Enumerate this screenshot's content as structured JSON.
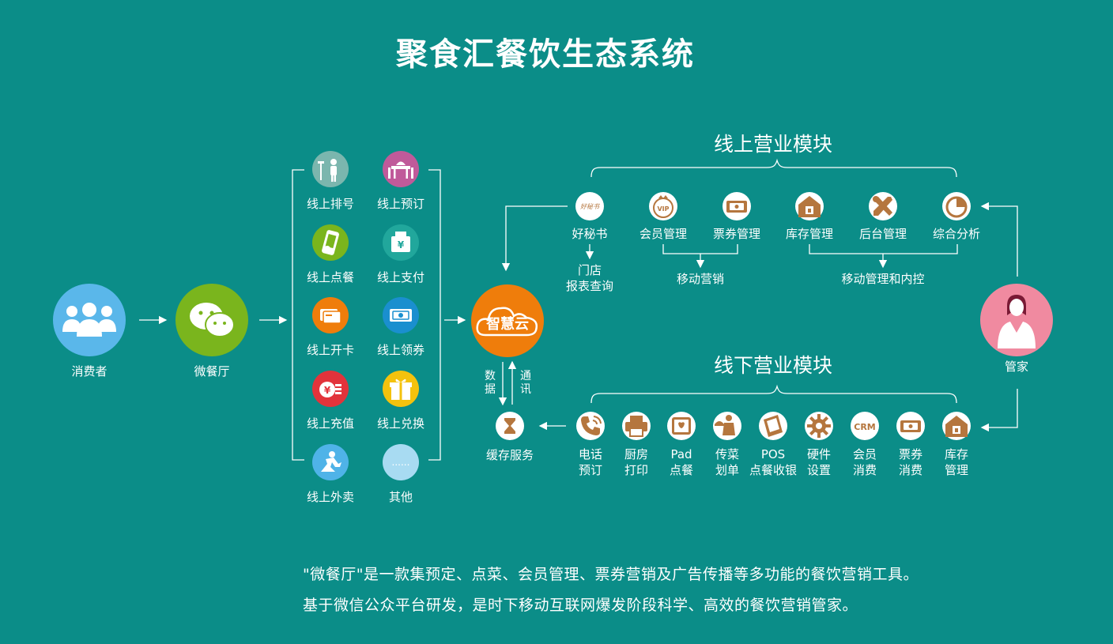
{
  "title": "聚食汇餐饮生态系统",
  "consumer": {
    "label": "消费者",
    "color": "#5ab7ea"
  },
  "wechat": {
    "label": "微餐厅",
    "color": "#7ab51d"
  },
  "cloud": {
    "label": "智慧云",
    "color": "#ef7d0b"
  },
  "manager": {
    "label": "管家",
    "color": "#f08aa0"
  },
  "online_features": [
    {
      "label": "线上排号",
      "icon": "queue-icon",
      "color": "#7bb6ae"
    },
    {
      "label": "线上预订",
      "icon": "reserve-table-icon",
      "color": "#c05a9a"
    },
    {
      "label": "线上点餐",
      "icon": "phone-order-icon",
      "color": "#7ab51d"
    },
    {
      "label": "线上支付",
      "icon": "payment-icon",
      "color": "#21a79c"
    },
    {
      "label": "线上开卡",
      "icon": "card-icon",
      "color": "#ef7d0b"
    },
    {
      "label": "线上领券",
      "icon": "coupon-icon",
      "color": "#1a8fcf"
    },
    {
      "label": "线上充值",
      "icon": "recharge-icon",
      "color": "#e2333b"
    },
    {
      "label": "线上兑换",
      "icon": "gift-icon",
      "color": "#f4c20d"
    },
    {
      "label": "线上外卖",
      "icon": "delivery-icon",
      "color": "#4fb3e8"
    },
    {
      "label": "其他",
      "icon": "more-icon",
      "color": "#a8dbf2",
      "glyph": "......"
    }
  ],
  "online_module": {
    "title": "线上营业模块",
    "items": [
      {
        "label": "好秘书",
        "icon": "haomishu-logo-icon",
        "glyph": "好秘书"
      },
      {
        "label": "会员管理",
        "icon": "vip-icon",
        "glyph": "VIP"
      },
      {
        "label": "票券管理",
        "icon": "ticket-icon"
      },
      {
        "label": "库存管理",
        "icon": "warehouse-icon"
      },
      {
        "label": "后台管理",
        "icon": "tools-icon"
      },
      {
        "label": "综合分析",
        "icon": "pie-chart-icon"
      }
    ],
    "sub": [
      {
        "label_line1": "门店",
        "label_line2": "报表查询"
      },
      {
        "label": "移动营销"
      },
      {
        "label": "移动管理和内控"
      }
    ]
  },
  "offline_module": {
    "title": "线下营业模块",
    "items": [
      {
        "line1": "电话",
        "line2": "预订",
        "icon": "phone-icon"
      },
      {
        "line1": "厨房",
        "line2": "打印",
        "icon": "printer-icon"
      },
      {
        "line1": "Pad",
        "line2": "点餐",
        "icon": "tablet-icon"
      },
      {
        "line1": "传菜",
        "line2": "划单",
        "icon": "waiter-icon"
      },
      {
        "line1": "POS",
        "line2": "点餐收银",
        "icon": "pos-icon"
      },
      {
        "line1": "硬件",
        "line2": "设置",
        "icon": "gear-icon"
      },
      {
        "line1": "会员",
        "line2": "消费",
        "icon": "crm-icon",
        "glyph": "CRM"
      },
      {
        "line1": "票券",
        "line2": "消费",
        "icon": "ticket-icon"
      },
      {
        "line1": "库存",
        "line2": "管理",
        "icon": "warehouse-icon"
      }
    ]
  },
  "cache": {
    "label": "缓存服务",
    "icon": "hourglass-icon"
  },
  "arrow_labels": {
    "data": "数据",
    "comm": "通讯"
  },
  "description": {
    "line1": "\"微餐厅\"是一款集预定、点菜、会员管理、票券营销及广告传播等多功能的餐饮营销工具。",
    "line2": "基于微信公众平台研发，是时下移动互联网爆发阶段科学、高效的餐饮营销管家。"
  },
  "colors": {
    "background": "#0b8d88",
    "icon_brown": "#b5763e"
  }
}
